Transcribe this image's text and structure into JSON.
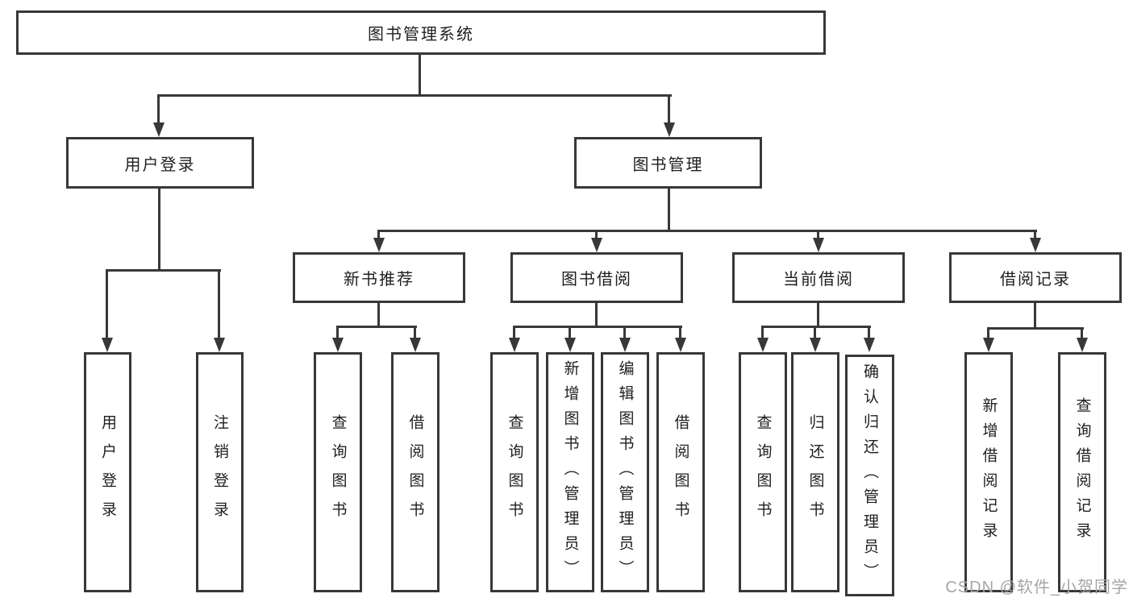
{
  "nodes": {
    "root": "图书管理系统",
    "user_login": "用户登录",
    "book_mgmt": "图书管理",
    "new_books": "新书推荐",
    "book_borrow": "图书借阅",
    "current_borrow": "当前借阅",
    "borrow_records": "借阅记录",
    "leaves": {
      "user_login": [
        "用户登录",
        "注销登录"
      ],
      "new_books": [
        "查询图书",
        "借阅图书"
      ],
      "book_borrow": [
        "查询图书",
        "新增图书（管理员）",
        "编辑图书（管理员）",
        "借阅图书"
      ],
      "current_borrow": [
        "查询图书",
        "归还图书",
        "确认归还（管理员）"
      ],
      "borrow_records": [
        "新增借阅记录",
        "查询借阅记录"
      ]
    }
  },
  "watermark": "CSDN @软件_小贺同学",
  "colors": {
    "line": "#383838",
    "text": "#1f1f1f",
    "watermark": "#a6a6a6"
  }
}
